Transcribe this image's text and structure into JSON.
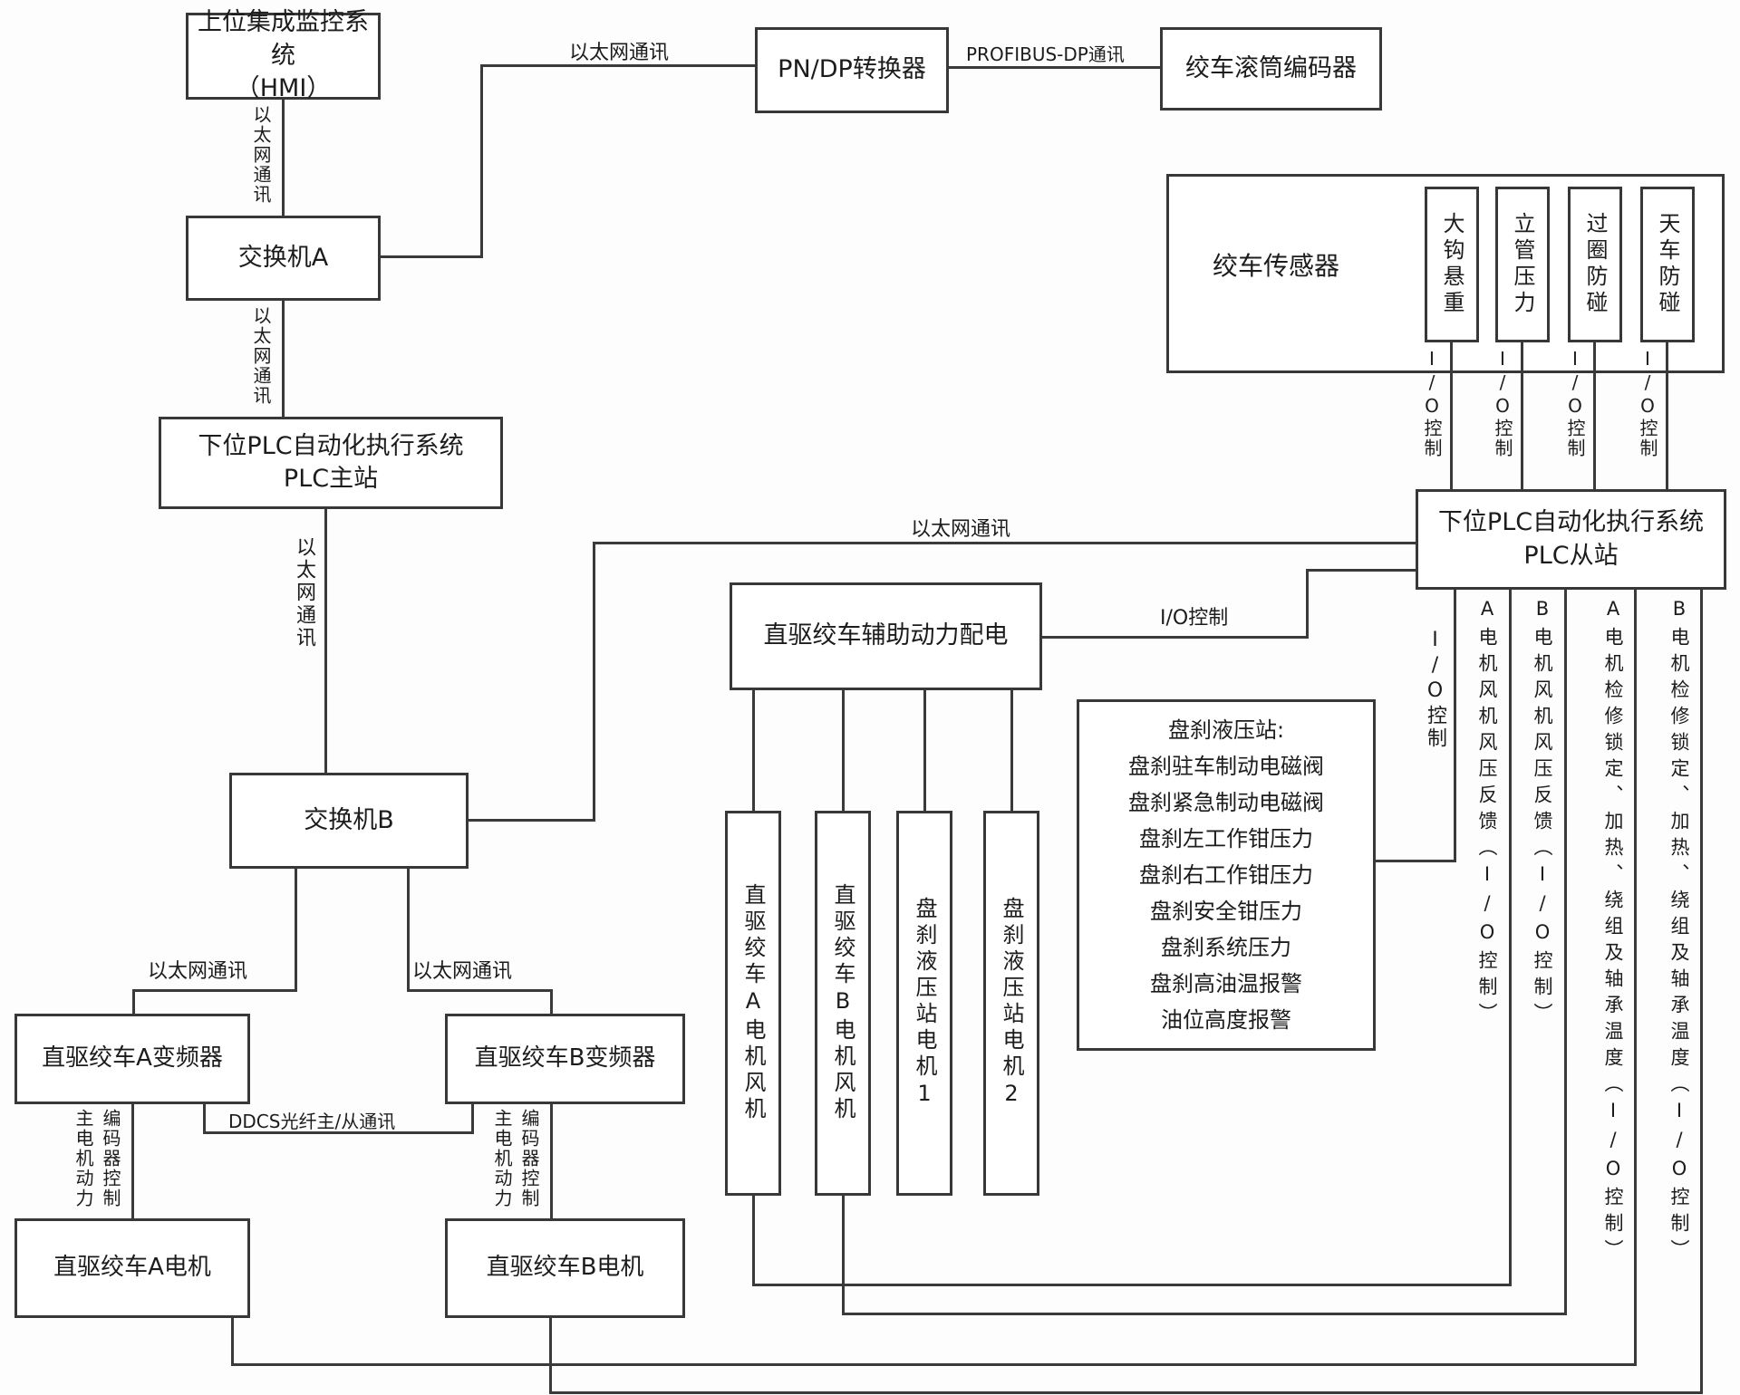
{
  "labels": {
    "ethernet": "以太网通讯",
    "profibus": "PROFIBUS-DP通讯",
    "io_control": "I/O控制",
    "ddcs": "DDCS光纤主/从通讯",
    "main_motor_power": "主电机动力",
    "encoder_control": "编码器控制"
  },
  "boxes": {
    "hmi": {
      "line1": "上位集成监控系统",
      "line2": "（HMI）"
    },
    "switch_a": "交换机A",
    "switch_b": "交换机B",
    "pndp_converter": "PN/DP转换器",
    "drum_encoder": "绞车滚筒编码器",
    "plc_master": {
      "line1": "下位PLC自动化执行系统",
      "line2": "PLC主站"
    },
    "plc_slave": {
      "line1": "下位PLC自动化执行系统",
      "line2": "PLC从站"
    },
    "aux_power": "直驱绞车辅助动力配电",
    "vfd_a": "直驱绞车A变频器",
    "vfd_b": "直驱绞车B变频器",
    "motor_a": "直驱绞车A电机",
    "motor_b": "直驱绞车B电机",
    "fan_a": "直驱绞车A电机风机",
    "fan_b": "直驱绞车B电机风机",
    "hyd_motor_1": "盘刹液压站电机1",
    "hyd_motor_2": "盘刹液压站电机2"
  },
  "sensors": {
    "title": "绞车传感器",
    "items": [
      "大钩悬重",
      "立管压力",
      "过圈防碰",
      "天车防碰"
    ]
  },
  "hydraulic_station": {
    "lines": [
      "盘刹液压站:",
      "盘刹驻车制动电磁阀",
      "盘刹紧急制动电磁阀",
      "盘刹左工作钳压力",
      "盘刹右工作钳压力",
      "盘刹安全钳压力",
      "盘刹系统压力",
      "盘刹高油温报警",
      "油位高度报警"
    ]
  },
  "plc_slave_feedback": {
    "fan_a": "A电机风机风压反馈（I/O控制）",
    "fan_b": "B电机风机风压反馈（I/O控制）",
    "motor_a": "A电机检修锁定、加热、绕组及轴承温度（I/O控制）",
    "motor_b": "B电机检修锁定、加热、绕组及轴承温度（I/O控制）"
  }
}
